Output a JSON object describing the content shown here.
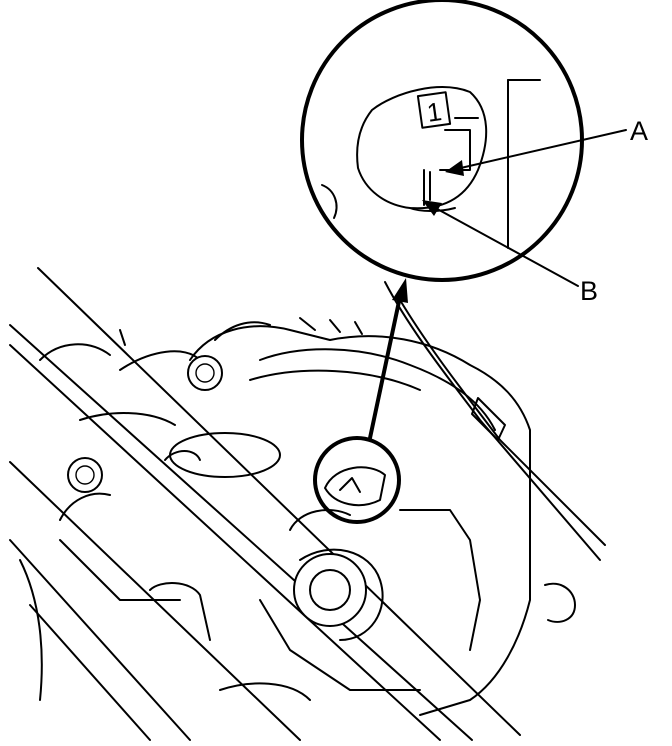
{
  "callouts": {
    "a": "A",
    "b": "B"
  },
  "alignment_mark": "1"
}
